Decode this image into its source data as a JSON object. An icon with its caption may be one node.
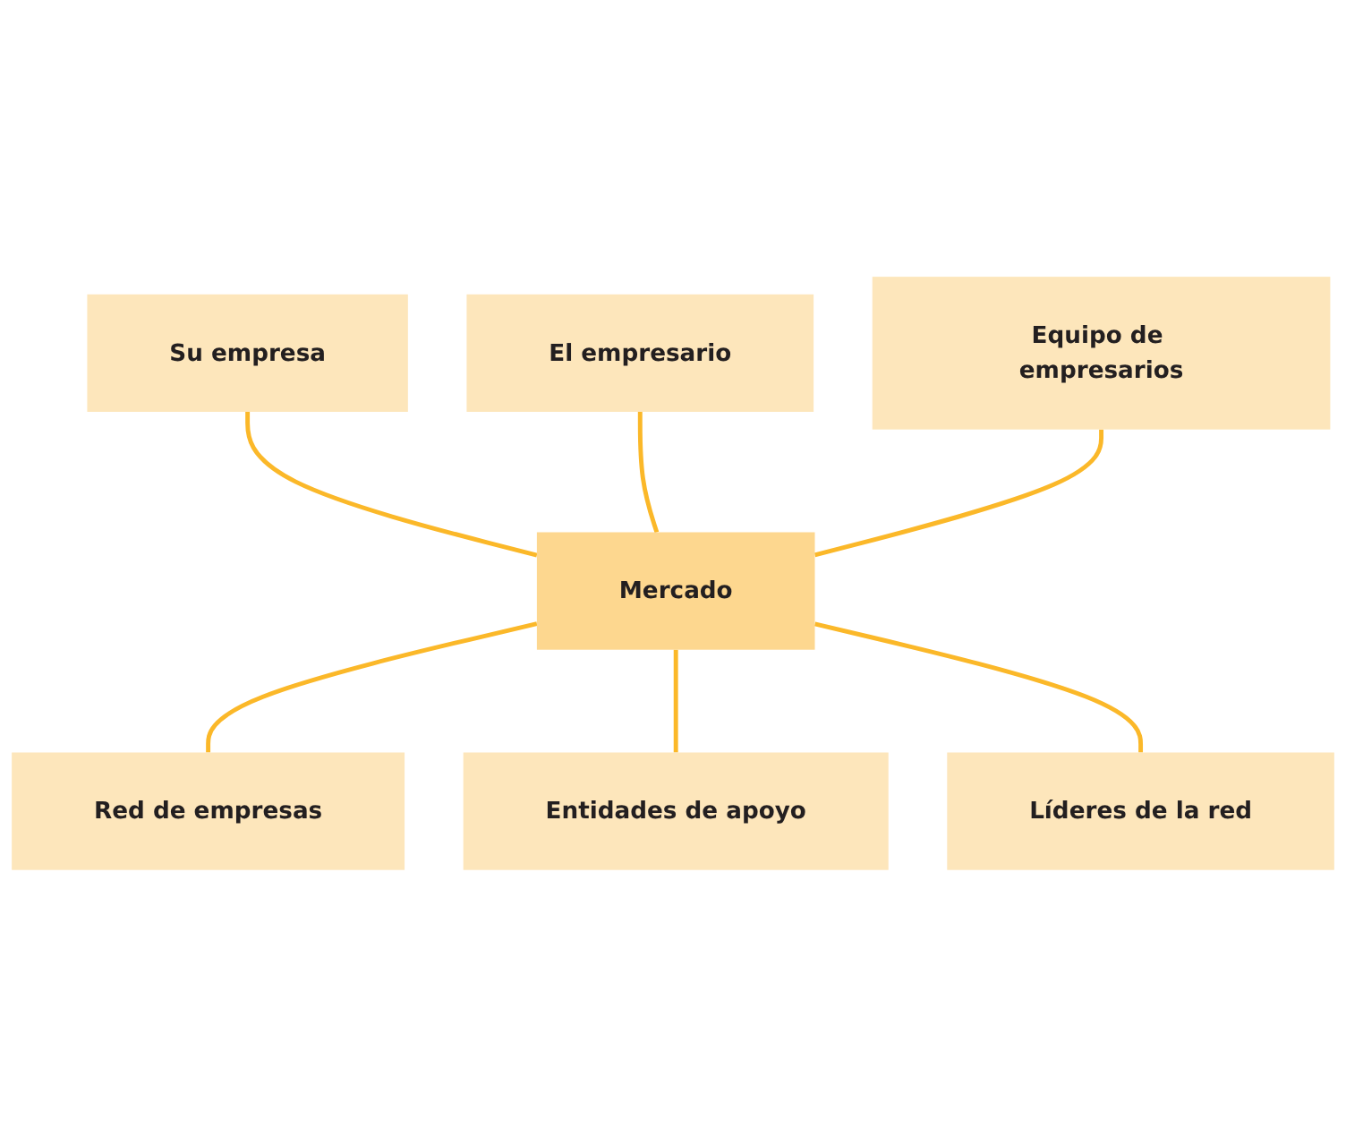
{
  "diagram": {
    "nodes": [
      {
        "text": [
          "Su empresa"
        ]
      },
      {
        "text": [
          "El empresario"
        ]
      },
      {
        "text": [
          "Equipo de empresarios"
        ]
      },
      {
        "text": [
          "Mercado"
        ]
      },
      {
        "text": [
          "Red de empresas"
        ]
      },
      {
        "text": [
          "Entidades de apoyo"
        ]
      },
      {
        "text": [
          "Líderes de la red"
        ]
      }
    ],
    "edges": [
      {
        "from": 0,
        "to": 3,
        "arrow": "none"
      },
      {
        "from": 1,
        "to": 3,
        "arrow": "none"
      },
      {
        "from": 2,
        "to": 3,
        "arrow": "none"
      },
      {
        "from": 3,
        "to": 4,
        "arrow": "none"
      },
      {
        "from": 3,
        "to": 5,
        "arrow": "none"
      },
      {
        "from": 3,
        "to": 6,
        "arrow": "none"
      }
    ]
  }
}
